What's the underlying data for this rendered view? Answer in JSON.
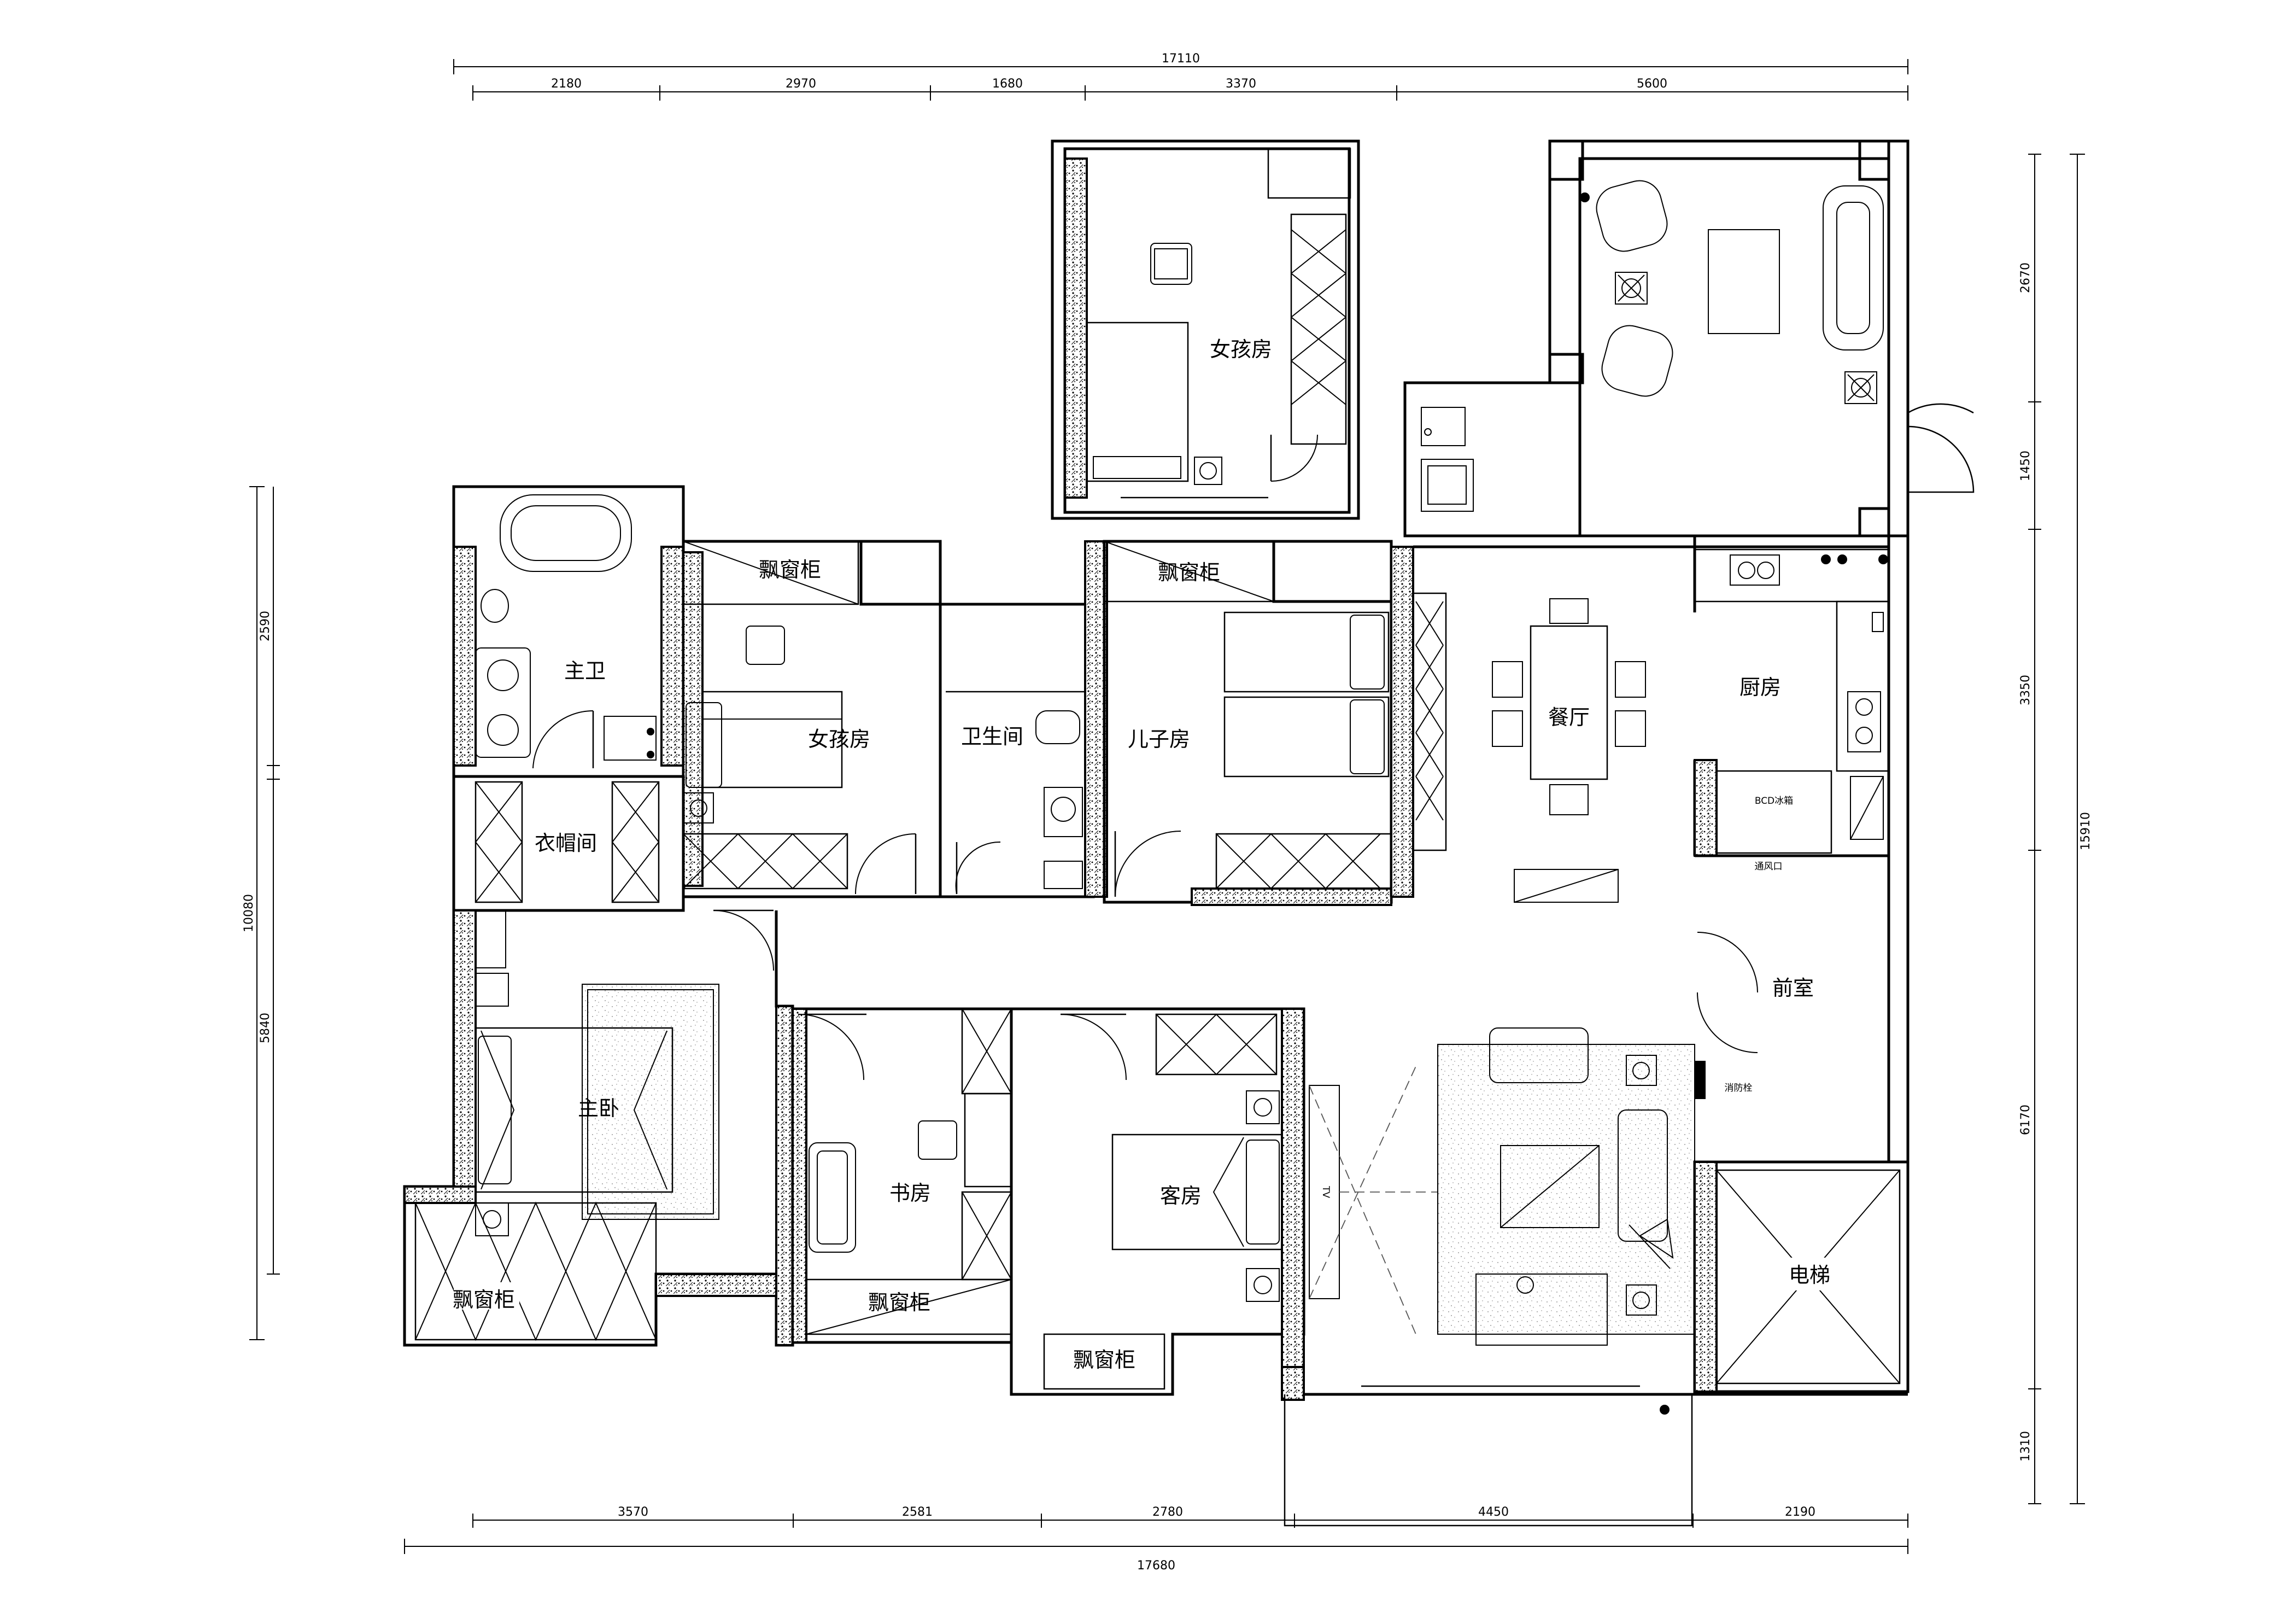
{
  "dimensions": {
    "top_total": "17110",
    "top_segments": [
      "2180",
      "2970",
      "1680",
      "3370",
      "5600"
    ],
    "bottom_total": "17680",
    "bottom_segments": [
      "3570",
      "2581",
      "2780",
      "4450",
      "2190"
    ],
    "left_total": "10080",
    "left_segments": [
      "2590",
      "5840"
    ],
    "right_total": "15910",
    "right_segments": [
      "2670",
      "1450",
      "3350",
      "6170",
      "1310"
    ]
  },
  "rooms": {
    "girl_room_upper": "女孩房",
    "master_bath": "主卫",
    "girl_room": "女孩房",
    "bathroom": "卫生间",
    "son_room": "儿子房",
    "dining": "餐厅",
    "kitchen": "厨房",
    "cloakroom": "衣帽间",
    "master_bedroom": "主卧",
    "study": "书房",
    "guest_room": "客房",
    "front_room": "前室",
    "elevator": "电梯"
  },
  "labels": {
    "bay_cabinet_1": "飘窗柜",
    "bay_cabinet_2": "飘窗柜",
    "bay_cabinet_3": "飘窗柜",
    "bay_cabinet_4": "飘窗柜",
    "bay_cabinet_5": "飘窗柜",
    "vent": "通风口",
    "fire_hydrant": "消防栓",
    "tv": "TV",
    "fridge": "BCD冰箱"
  }
}
